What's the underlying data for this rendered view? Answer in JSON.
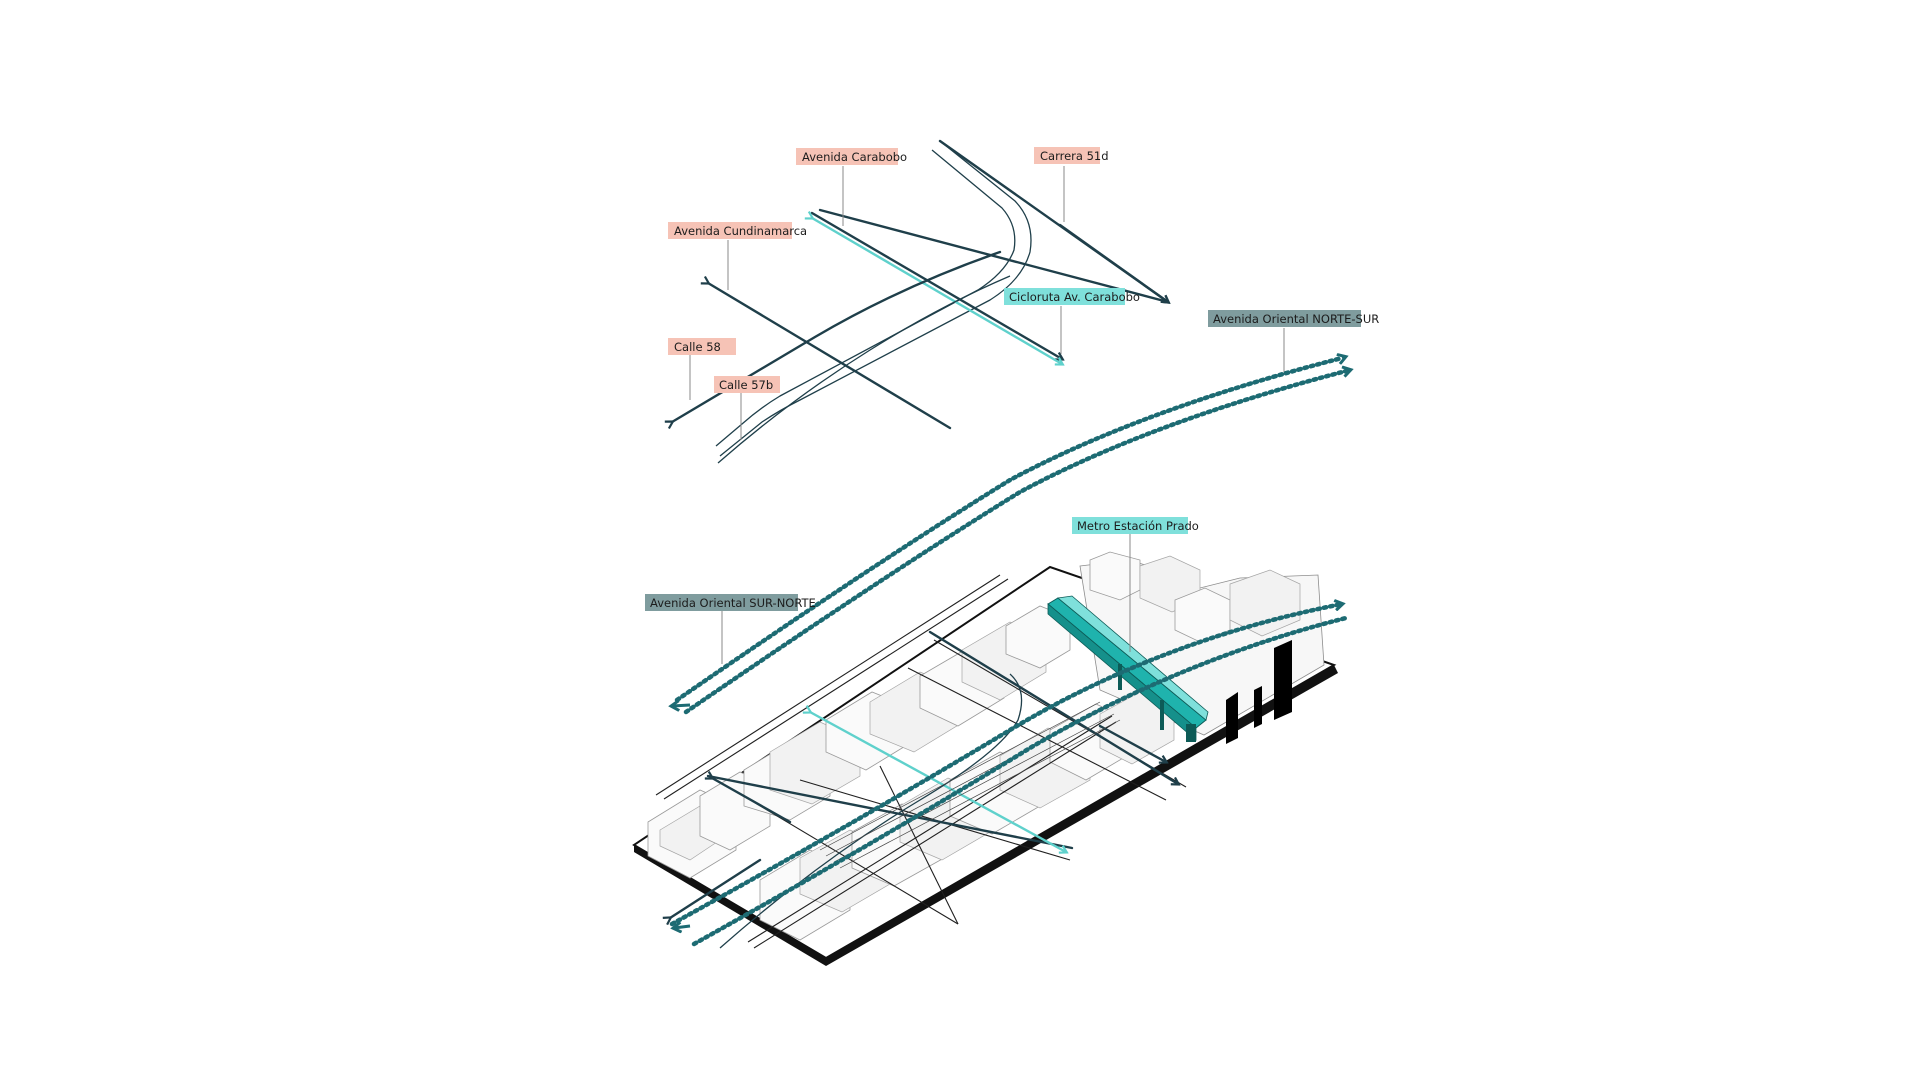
{
  "colors": {
    "background": "#ffffff",
    "road_label_bg": "#f6c3b6",
    "bike_label_bg": "#7fe0db",
    "avenue_label_bg": "#7f9c9e",
    "street_line": "#1f3f4a",
    "bike_line": "#5fd1cc",
    "avenue_dots": "#1d6b73",
    "metro": "#1fb3ad",
    "solid_building": "#000000"
  },
  "labels": {
    "avenida_carabobo": "Avenida Carabobo",
    "carrera_51d": "Carrera 51d",
    "avenida_cundinamarca": "Avenida Cundinamarca",
    "cicloruta_carabobo": "Cicloruta Av. Carabobo",
    "avenida_oriental_norte_sur": "Avenida Oriental NORTE-SUR",
    "calle_58": "Calle 58",
    "calle_57b": "Calle 57b",
    "metro_estacion_prado": "Metro Estación Prado",
    "avenida_oriental_sur_norte": "Avenida Oriental SUR-NORTE"
  },
  "icons": {
    "arrow": "chevron-arrowhead",
    "dotted_route": "dotted-double-line"
  }
}
